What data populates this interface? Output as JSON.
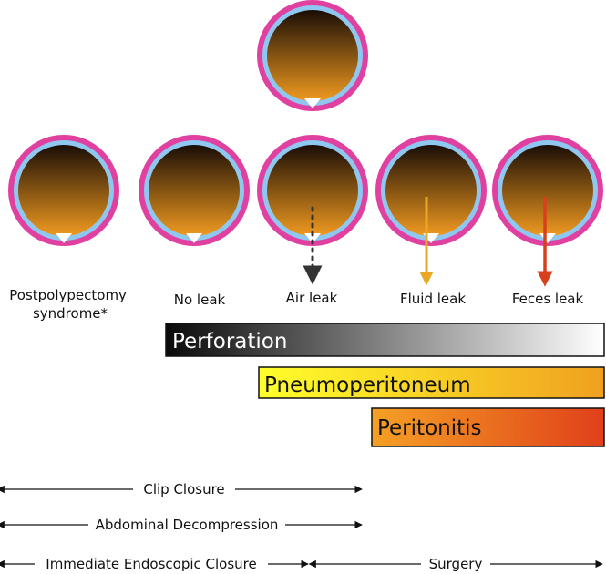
{
  "stages": [
    {
      "label_lines": [
        "Postpolypectomy",
        "syndrome*"
      ],
      "leak": "none"
    },
    {
      "label_lines": [
        "No leak"
      ],
      "leak": "none"
    },
    {
      "label_lines": [
        "Air leak"
      ],
      "leak": "air"
    },
    {
      "label_lines": [
        "Fluid leak"
      ],
      "leak": "fluid"
    },
    {
      "label_lines": [
        "Feces leak"
      ],
      "leak": "feces"
    }
  ],
  "bars": [
    {
      "label": "Perforation",
      "from_stage": 1,
      "gradient": [
        "#0a0a0a",
        "#ffffff"
      ],
      "text_color": "#ffffff"
    },
    {
      "label": "Pneumoperitoneum",
      "from_stage": 2,
      "gradient": [
        "#ffff2a",
        "#f0a020"
      ],
      "text_color": "#111111"
    },
    {
      "label": "Peritonitis",
      "from_stage": 3,
      "gradient": [
        "#f5a025",
        "#e0401a"
      ],
      "text_color": "#111111"
    }
  ],
  "treatments": [
    {
      "label": "Clip Closure",
      "from_stage": 0,
      "to_stage": 2
    },
    {
      "label": "Abdominal Decompression",
      "from_stage": 0,
      "to_stage": 2
    },
    {
      "label": "Immediate Endoscopic Closure",
      "from_stage": 0,
      "to_stage": 2
    },
    {
      "label": "Surgery",
      "from_stage": 2,
      "to_stage": 4
    }
  ],
  "colors": {
    "outer_ring": "#e040a0",
    "inner_ring": "#8ec8f0",
    "lumen_top": "#1a0d05",
    "lumen_bottom": "#f09a20",
    "air_arrow": "#333333",
    "fluid_arrow": "#e8a826",
    "feces_arrow": "#d8401c"
  }
}
